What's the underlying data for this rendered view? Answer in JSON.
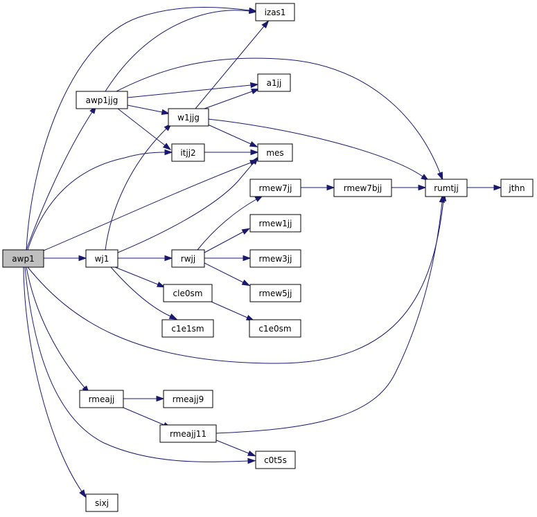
{
  "diagram": {
    "root": "awp1",
    "colors": {
      "edge": "#191970",
      "root_fill": "#bfbfbf",
      "node_fill": "#ffffff",
      "node_border": "#000000"
    },
    "nodes": {
      "awp1": "awp1",
      "izas1": "izas1",
      "awp1jjg": "awp1jjg",
      "a1jj": "a1jj",
      "w1jjg": "w1jjg",
      "itjj2": "itjj2",
      "mes": "mes",
      "rmew7jj": "rmew7jj",
      "rmew7bjj": "rmew7bjj",
      "rumtjj": "rumtjj",
      "jthn": "jthn",
      "rmew1jj": "rmew1jj",
      "wj1": "wj1",
      "rwjj": "rwjj",
      "rmew3jj": "rmew3jj",
      "cle0sm": "cle0sm",
      "rmew5jj": "rmew5jj",
      "c1e1sm": "c1e1sm",
      "c1e0sm": "c1e0sm",
      "rmeajj": "rmeajj",
      "rmeajj9": "rmeajj9",
      "rmeajj11": "rmeajj11",
      "c0t5s": "c0t5s",
      "sixj": "sixj"
    },
    "edges": [
      [
        "awp1",
        "izas1"
      ],
      [
        "awp1",
        "awp1jjg"
      ],
      [
        "awp1",
        "rumtjj"
      ],
      [
        "awp1",
        "itjj2"
      ],
      [
        "awp1",
        "mes"
      ],
      [
        "awp1",
        "wj1"
      ],
      [
        "awp1",
        "rmeajj"
      ],
      [
        "awp1",
        "c0t5s"
      ],
      [
        "awp1",
        "sixj"
      ],
      [
        "awp1jjg",
        "izas1"
      ],
      [
        "awp1jjg",
        "a1jj"
      ],
      [
        "awp1jjg",
        "w1jjg"
      ],
      [
        "awp1jjg",
        "itjj2"
      ],
      [
        "awp1jjg",
        "rumtjj"
      ],
      [
        "w1jjg",
        "izas1"
      ],
      [
        "w1jjg",
        "a1jj"
      ],
      [
        "w1jjg",
        "mes"
      ],
      [
        "w1jjg",
        "rumtjj"
      ],
      [
        "itjj2",
        "mes"
      ],
      [
        "wj1",
        "w1jjg"
      ],
      [
        "wj1",
        "mes"
      ],
      [
        "wj1",
        "rwjj"
      ],
      [
        "wj1",
        "cle0sm"
      ],
      [
        "wj1",
        "c1e1sm"
      ],
      [
        "rwjj",
        "rmew7jj"
      ],
      [
        "rwjj",
        "rmew1jj"
      ],
      [
        "rwjj",
        "rmew3jj"
      ],
      [
        "rwjj",
        "rmew5jj"
      ],
      [
        "rmew7jj",
        "rmew7bjj"
      ],
      [
        "rmew7bjj",
        "rumtjj"
      ],
      [
        "rumtjj",
        "jthn"
      ],
      [
        "cle0sm",
        "c1e0sm"
      ],
      [
        "rmeajj",
        "rmeajj9"
      ],
      [
        "rmeajj",
        "rmeajj11"
      ],
      [
        "rmeajj11",
        "rumtjj"
      ],
      [
        "rmeajj11",
        "c0t5s"
      ]
    ]
  }
}
